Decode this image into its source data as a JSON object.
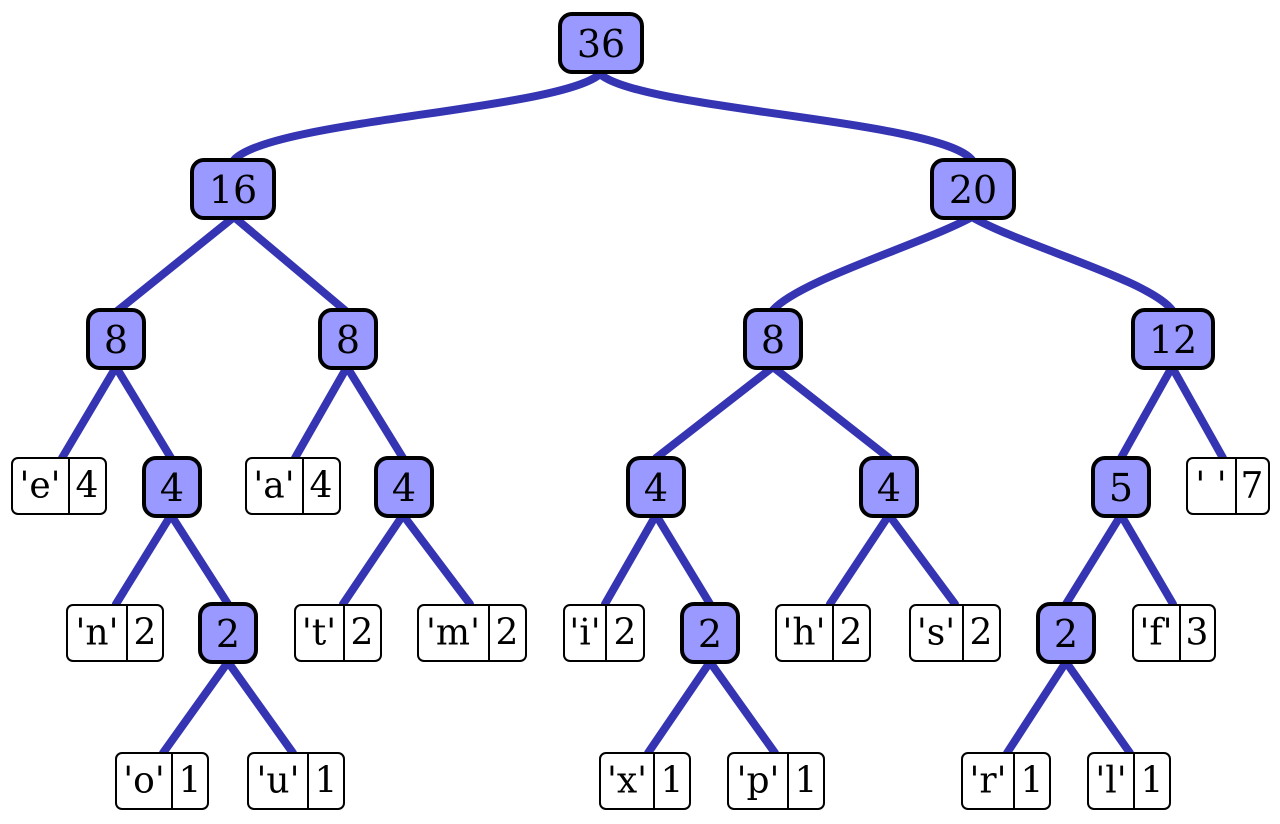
{
  "colors": {
    "internal_fill": "#9999ff",
    "edge": "#3535b3",
    "leaf_fill": "#ffffff",
    "stroke": "#000000"
  },
  "nodes": {
    "root": {
      "weight": "36"
    },
    "n16": {
      "weight": "16"
    },
    "n20": {
      "weight": "20"
    },
    "n8a": {
      "weight": "8"
    },
    "n8b": {
      "weight": "8"
    },
    "n8c": {
      "weight": "8"
    },
    "n12": {
      "weight": "12"
    },
    "n4a": {
      "weight": "4"
    },
    "n4b": {
      "weight": "4"
    },
    "n4c": {
      "weight": "4"
    },
    "n4d": {
      "weight": "4"
    },
    "n5": {
      "weight": "5"
    },
    "n2a": {
      "weight": "2"
    },
    "n2b": {
      "weight": "2"
    },
    "n2c": {
      "weight": "2"
    }
  },
  "leaves": {
    "e": {
      "symbol": "'e'",
      "count": "4"
    },
    "n": {
      "symbol": "'n'",
      "count": "2"
    },
    "o": {
      "symbol": "'o'",
      "count": "1"
    },
    "u": {
      "symbol": "'u'",
      "count": "1"
    },
    "a": {
      "symbol": "'a'",
      "count": "4"
    },
    "t": {
      "symbol": "'t'",
      "count": "2"
    },
    "m": {
      "symbol": "'m'",
      "count": "2"
    },
    "i": {
      "symbol": "'i'",
      "count": "2"
    },
    "x": {
      "symbol": "'x'",
      "count": "1"
    },
    "p": {
      "symbol": "'p'",
      "count": "1"
    },
    "h": {
      "symbol": "'h'",
      "count": "2"
    },
    "s": {
      "symbol": "'s'",
      "count": "2"
    },
    "r": {
      "symbol": "'r'",
      "count": "1"
    },
    "l": {
      "symbol": "'l'",
      "count": "1"
    },
    "f": {
      "symbol": "'f'",
      "count": "3"
    },
    "space": {
      "symbol": "' '",
      "count": "7"
    }
  }
}
